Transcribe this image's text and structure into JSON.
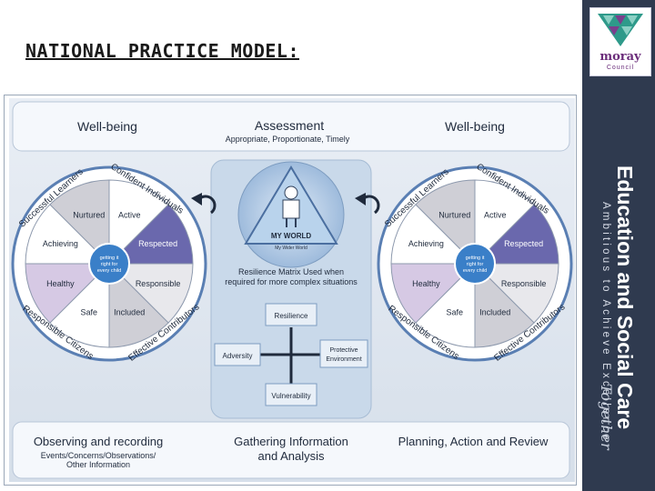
{
  "slide": {
    "title": "NATIONAL PRACTICE MODEL:"
  },
  "brand": {
    "logo_main": "moray",
    "logo_sub": "Council",
    "panel_title": "Education and Social Care",
    "panel_subtitle": "Ambitious to Achieve Excellence",
    "panel_signature": "Together",
    "colors": {
      "panel": "#2f3a4f",
      "accent_purple": "#6b2d7a",
      "logo_green": "#2e9a8a"
    }
  },
  "model": {
    "top_left": "Well-being",
    "top_right": "Well-being",
    "assessment_title": "Assessment",
    "assessment_subtitle": "Appropriate, Proportionate, Timely",
    "left_wheel": {
      "segments": [
        "Active",
        "Respected",
        "Responsible",
        "Included",
        "Safe",
        "Healthy",
        "Achieving",
        "Nurtured"
      ],
      "outer_labels": [
        "Confident Individuals",
        "Effective Contributors",
        "Responsible Citizens",
        "Successful Learners"
      ],
      "center": "getting it right for every child"
    },
    "right_wheel": {
      "segments": [
        "Active",
        "Respected",
        "Responsible",
        "Included",
        "Safe",
        "Healthy",
        "Achieving",
        "Nurtured"
      ],
      "outer_labels": [
        "Confident Individuals",
        "Effective Contributors",
        "Responsible Citizens",
        "Successful Learners"
      ],
      "center": "getting it right for every child"
    },
    "my_world": {
      "label": "MY WORLD",
      "wider_world": "My Wider World",
      "caption_line1": "Resilience Matrix Used when",
      "caption_line2": "required for more complex situations"
    },
    "matrix": {
      "top": "Resilience",
      "left": "Adversity",
      "right_line1": "Protective",
      "right_line2": "Environment",
      "bottom": "Vulnerability"
    },
    "bottom": {
      "left_title": "Observing and recording",
      "left_sub1": "Events/Concerns/Observations/",
      "left_sub2": "Other Information",
      "middle_title1": "Gathering Information",
      "middle_title2": "and Analysis",
      "right_title": "Planning, Action and Review"
    }
  }
}
